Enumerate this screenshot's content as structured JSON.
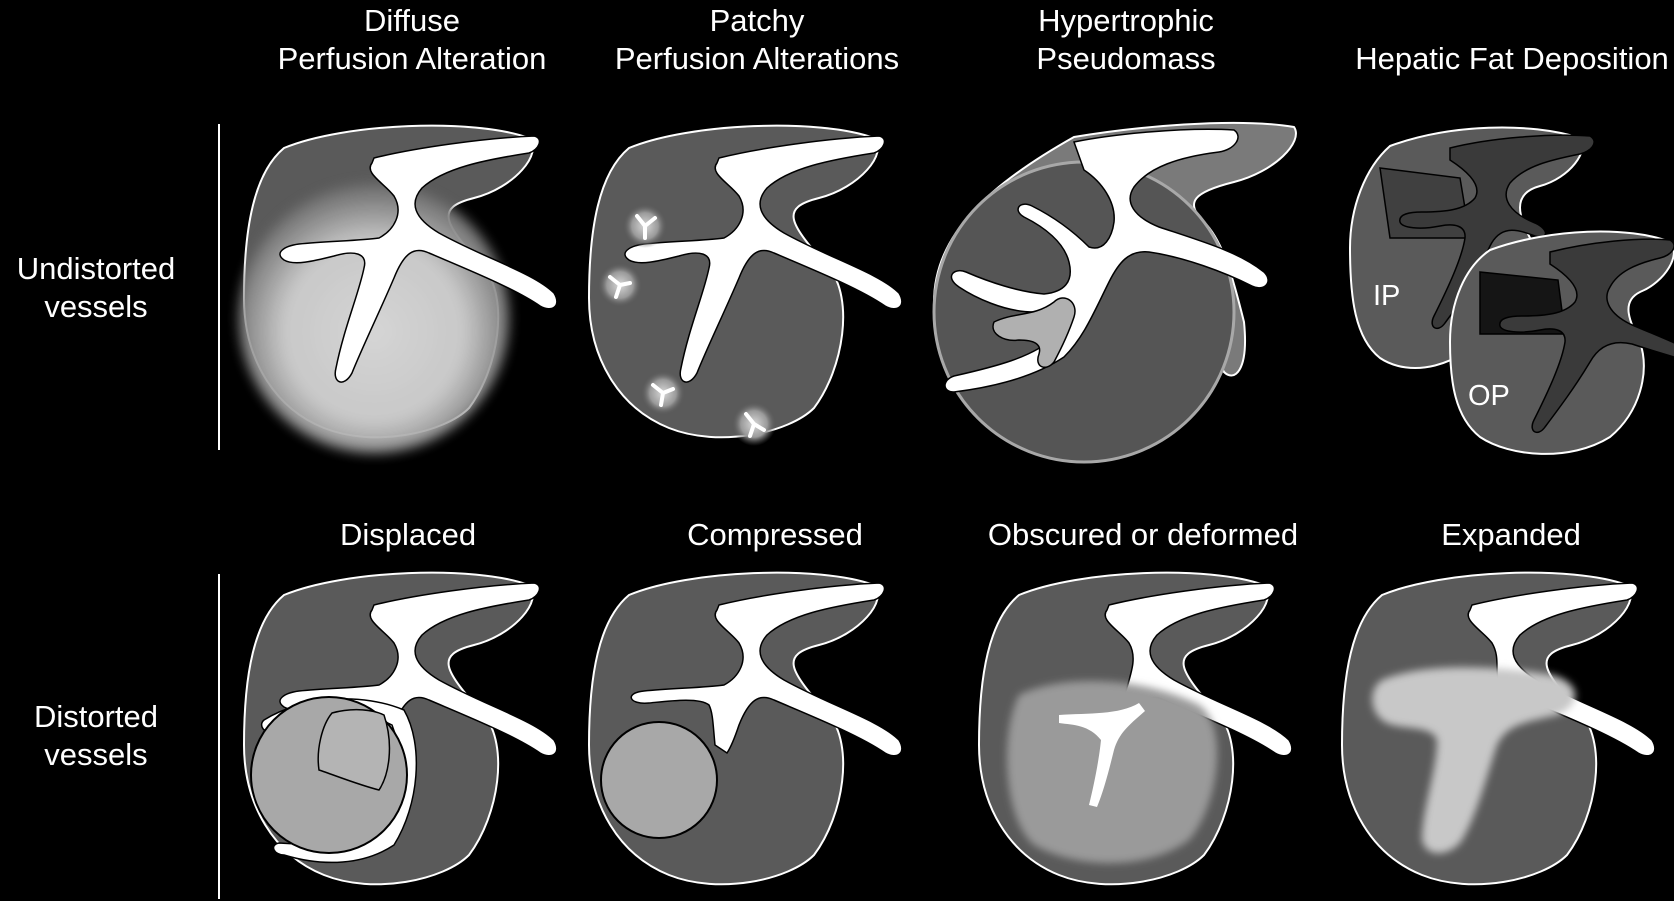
{
  "columns_top": [
    {
      "line1": "Diffuse",
      "line2": "Perfusion Alteration"
    },
    {
      "line1": "Patchy",
      "line2": "Perfusion Alterations"
    },
    {
      "line1": "Hypertrophic",
      "line2": "Pseudomass"
    },
    {
      "line1": "",
      "line2": "Hepatic Fat Deposition"
    }
  ],
  "columns_bottom": [
    "Displaced",
    "Compressed",
    "Obscured or deformed",
    "Expanded"
  ],
  "rows": [
    {
      "line1": "Undistorted",
      "line2": "vessels"
    },
    {
      "line1": "Distorted",
      "line2": "vessels"
    }
  ],
  "fat_labels": {
    "in_phase": "IP",
    "out_of_phase": "OP"
  },
  "colors": {
    "background": "#000000",
    "liver": "#5a5a5a",
    "vessel": "#ffffff",
    "lesion": "#a8a8a8",
    "text": "#ffffff"
  }
}
